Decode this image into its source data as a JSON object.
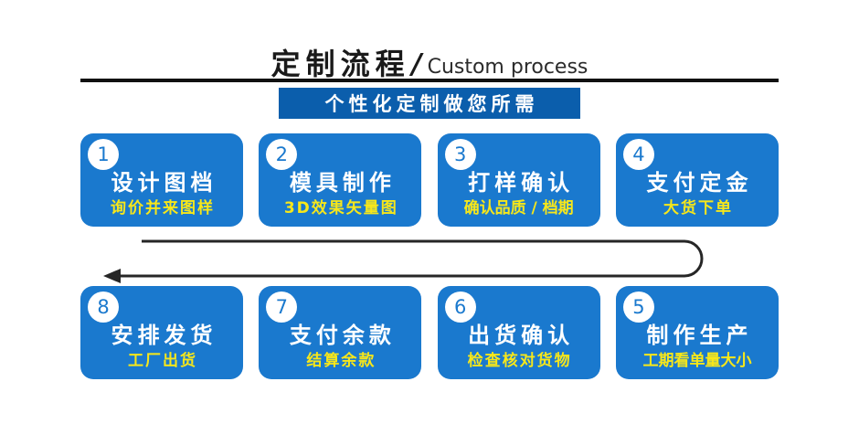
{
  "header": {
    "title_cn": "定制流程",
    "separator": "/",
    "title_en": "Custom process"
  },
  "banner": {
    "text": "个性化定制做您所需"
  },
  "colors": {
    "box_blue": "#1a79ce",
    "banner_blue": "#0b5eac",
    "subtitle_yellow": "#f7e71a",
    "rule_black": "#111111",
    "arrow_black": "#262626",
    "white": "#ffffff"
  },
  "steps_top": [
    {
      "number": "1",
      "title": "设计图档",
      "subtitle": "询价并来图样"
    },
    {
      "number": "2",
      "title": "模具制作",
      "subtitle": "3D效果矢量图"
    },
    {
      "number": "3",
      "title": "打样确认",
      "subtitle": "确认品质 / 档期"
    },
    {
      "number": "4",
      "title": "支付定金",
      "subtitle": "大货下单"
    }
  ],
  "steps_bottom": [
    {
      "number": "8",
      "title": "安排发货",
      "subtitle": "工厂出货"
    },
    {
      "number": "7",
      "title": "支付余款",
      "subtitle": "结算余款"
    },
    {
      "number": "6",
      "title": "出货确认",
      "subtitle": "检查核对货物"
    },
    {
      "number": "5",
      "title": "制作生产",
      "subtitle": "工期看单量大小"
    }
  ],
  "flow_arrow": {
    "label": "return-flow-arrow",
    "direction": "right-then-down-then-left"
  }
}
